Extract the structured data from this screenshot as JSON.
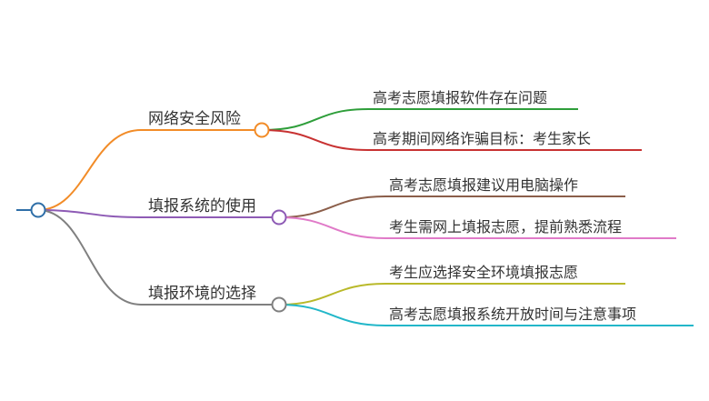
{
  "mindmap": {
    "branches": [
      {
        "label": "网络安全风险",
        "color": "#f28c28",
        "children": [
          {
            "label": "高考志愿填报软件存在问题",
            "color": "#2e9e3a"
          },
          {
            "label": "高考期间网络诈骗目标：考生家长",
            "color": "#c83232"
          }
        ]
      },
      {
        "label": "填报系统的使用",
        "color": "#8e5bb5",
        "children": [
          {
            "label": "高考志愿填报建议用电脑操作",
            "color": "#8b5e4a"
          },
          {
            "label": "考生需网上填报志愿，提前熟悉流程",
            "color": "#e07ac8"
          }
        ]
      },
      {
        "label": "填报环境的选择",
        "color": "#808080",
        "children": [
          {
            "label": "考生应选择安全环境填报志愿",
            "color": "#b9b92a"
          },
          {
            "label": "高考志愿填报系统开放时间与注意事项",
            "color": "#22b7c9"
          }
        ]
      }
    ],
    "root_color": "#2f6fa8"
  }
}
